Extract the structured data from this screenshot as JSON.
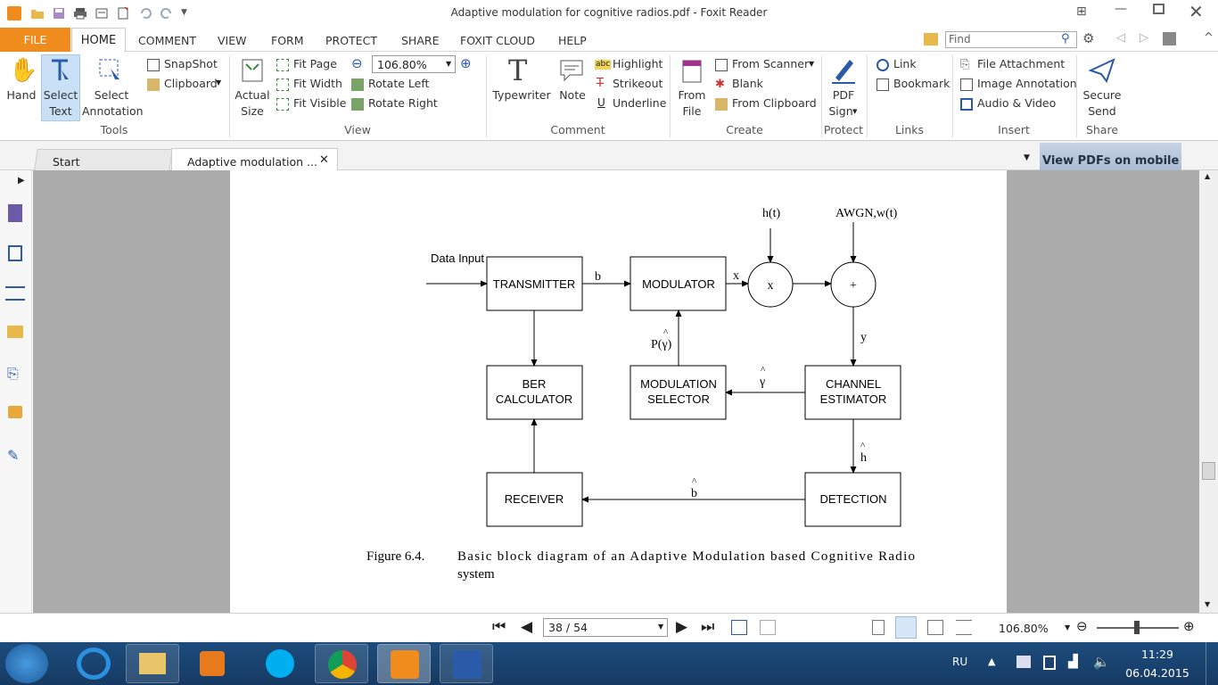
{
  "window": {
    "title": "Adaptive modulation for cognitive radios.pdf - Foxit Reader"
  },
  "menu": {
    "file": "FILE",
    "home": "HOME",
    "items": [
      "COMMENT",
      "VIEW",
      "FORM",
      "PROTECT",
      "SHARE",
      "FOXIT CLOUD",
      "HELP"
    ],
    "find_placeholder": "Find"
  },
  "ribbon": {
    "tools": {
      "hand": "Hand",
      "select_text_1": "Select",
      "select_text_2": "Text",
      "select_ann_1": "Select",
      "select_ann_2": "Annotation",
      "snapshot": "SnapShot",
      "clipboard": "Clipboard",
      "group": "Tools"
    },
    "view": {
      "actual_1": "Actual",
      "actual_2": "Size",
      "fit_page": "Fit Page",
      "fit_width": "Fit Width",
      "fit_visible": "Fit Visible",
      "zoom": "106.80%",
      "rotate_left": "Rotate Left",
      "rotate_right": "Rotate Right",
      "group": "View"
    },
    "comment": {
      "typewriter": "Typewriter",
      "note": "Note",
      "highlight": "Highlight",
      "strikeout": "Strikeout",
      "underline": "Underline",
      "group": "Comment",
      "abc": "abc"
    },
    "create": {
      "from_file_1": "From",
      "from_file_2": "File",
      "from_scanner": "From Scanner",
      "blank": "Blank",
      "from_clipboard": "From Clipboard",
      "group": "Create"
    },
    "protect": {
      "pdf_sign_1": "PDF",
      "pdf_sign_2": "Sign",
      "group": "Protect"
    },
    "links": {
      "link": "Link",
      "bookmark": "Bookmark",
      "group": "Links"
    },
    "insert": {
      "file_attachment": "File Attachment",
      "image_annotation": "Image Annotation",
      "audio_video": "Audio & Video",
      "group": "Insert"
    },
    "share": {
      "secure_1": "Secure",
      "secure_2": "Send",
      "group": "Share"
    }
  },
  "tabs": {
    "start": "Start",
    "doc": "Adaptive modulation ...",
    "banner": "View PDFs on mobile de"
  },
  "diagram": {
    "data_input": "Data Input",
    "transmitter": "TRANSMITTER",
    "modulator": "MODULATOR",
    "b": "b",
    "x": "x",
    "mult": "x",
    "plus": "+",
    "ht": "h(t)",
    "awgn": "AWGN,w(t)",
    "y": "y",
    "p_gamma": "P(γ)",
    "hat": "^",
    "gamma": "γ",
    "h": "h",
    "b_hat": "b",
    "ber_1": "BER",
    "ber_2": "CALCULATOR",
    "modsel_1": "MODULATION",
    "modsel_2": "SELECTOR",
    "chest_1": "CHANNEL",
    "chest_2": "ESTIMATOR",
    "receiver": "RECEIVER",
    "detection": "DETECTION",
    "caption_label": "Figure 6.4.",
    "caption_1": "Basic block diagram of an Adaptive Modulation based Cognitive Radio",
    "caption_2": "system"
  },
  "status": {
    "page": "38 / 54",
    "zoom": "106.80%"
  },
  "tray": {
    "lang": "RU",
    "time": "11:29",
    "date": "06.04.2015"
  },
  "colors": {
    "accent": "#f08c1e",
    "taskbar": "#1d4c7d",
    "viewer_bg": "#ababab"
  }
}
